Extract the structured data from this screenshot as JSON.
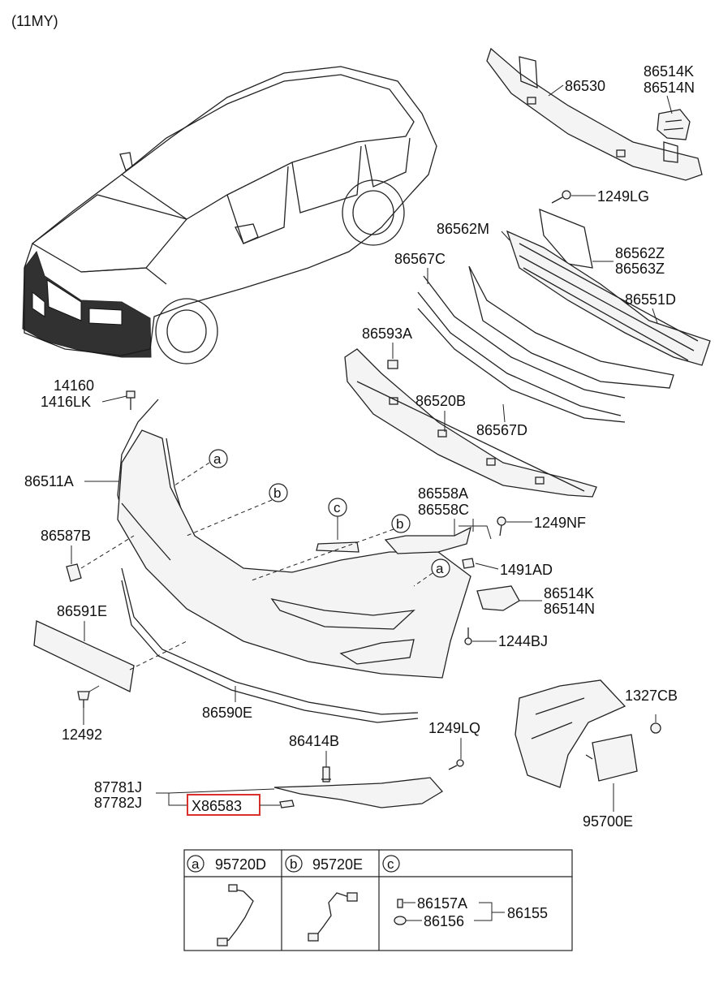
{
  "model_year": "(11MY)",
  "labels": {
    "p86530": "86530",
    "p86514K_top": "86514K",
    "p86514N_top": "86514N",
    "p1249LG": "1249LG",
    "p86562M": "86562M",
    "p86562Z": "86562Z",
    "p86563Z": "86563Z",
    "p86567C": "86567C",
    "p86551D": "86551D",
    "p86593A": "86593A",
    "p86520B": "86520B",
    "p86567D": "86567D",
    "p14160": "14160",
    "p1416LK": "1416LK",
    "p86511A": "86511A",
    "p86558A": "86558A",
    "p86558C": "86558C",
    "p1249NF": "1249NF",
    "p86587B": "86587B",
    "p1491AD": "1491AD",
    "p86514K_mid": "86514K",
    "p86514N_mid": "86514N",
    "p86591E": "86591E",
    "p1244BJ": "1244BJ",
    "p1327CB": "1327CB",
    "p12492": "12492",
    "p86590E": "86590E",
    "p86414B": "86414B",
    "p1249LQ": "1249LQ",
    "p87781J": "87781J",
    "p87782J": "87782J",
    "pX86583": "X86583",
    "p95700E": "95700E"
  },
  "callouts": {
    "a": "a",
    "b": "b",
    "c": "c"
  },
  "legend_table": {
    "col_a": {
      "letter": "a",
      "part": "95720D"
    },
    "col_b": {
      "letter": "b",
      "part": "95720E"
    },
    "col_c": {
      "letter": "c",
      "parts": [
        "86157A",
        "86156"
      ],
      "assembly": "86155"
    }
  },
  "highlight_color": "#d9302b"
}
